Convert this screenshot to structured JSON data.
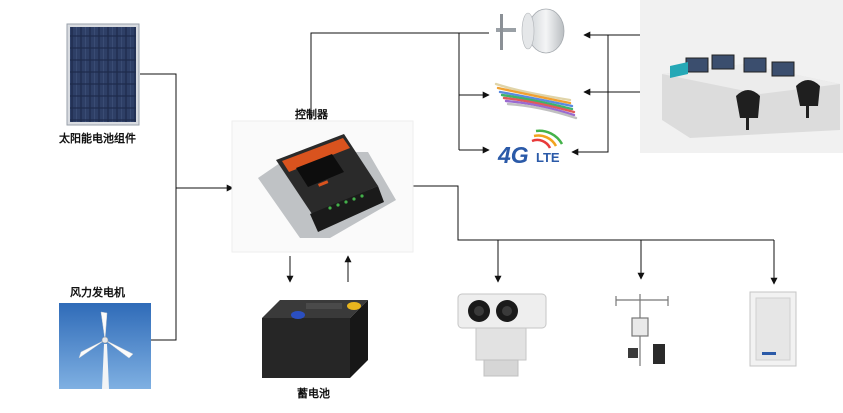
{
  "labels": {
    "solar": "太阳能电池组件",
    "wind": "风力发电机",
    "controller": "控制器",
    "battery": "蓄电池"
  },
  "network_logo": {
    "digit": "4G",
    "suffix": "LTE"
  },
  "colors": {
    "line": "#111111",
    "sky": "#3f7cc4",
    "solar_cell": "#1d2a4a",
    "controller_body": "#2a2a2a",
    "controller_accent": "#d9531e",
    "battery_body": "#262626",
    "battery_terminal_pos": "#e8b51e",
    "battery_terminal_neg": "#2b4fc0",
    "logo_blue": "#2b5aa8",
    "console_gray": "#dcdcdc"
  },
  "icons": [
    "solar-panel-icon",
    "wind-turbine-icon",
    "charge-controller-icon",
    "battery-icon",
    "microwave-antenna-icon",
    "fiber-optic-cable-icon",
    "monitoring-console-icon",
    "thermal-camera-icon",
    "weather-station-icon",
    "column-speaker-icon"
  ]
}
